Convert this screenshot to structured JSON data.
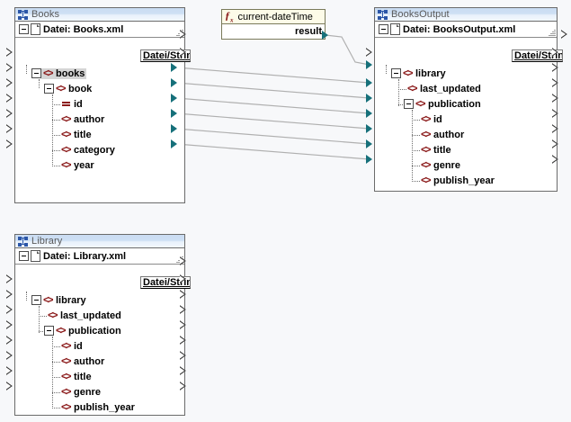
{
  "canvas": {
    "background": "#f7f8fa",
    "accent_blue": "#2b56a8",
    "element_red": "#8b1a1a",
    "connector_teal": "#16707a"
  },
  "nodes": {
    "books": {
      "title": "Books",
      "icon": "schema-icon",
      "file_label": "Datei: Books.xml",
      "tab_label": "Datei/String",
      "rows": [
        {
          "name": "books",
          "type": "element",
          "indent": 1,
          "expander": true,
          "selected": true
        },
        {
          "name": "book",
          "type": "element",
          "indent": 2,
          "expander": true,
          "selected": false
        },
        {
          "name": "id",
          "type": "attribute",
          "indent": 3,
          "expander": false,
          "selected": false
        },
        {
          "name": "author",
          "type": "element",
          "indent": 3,
          "expander": false,
          "selected": false
        },
        {
          "name": "title",
          "type": "element",
          "indent": 3,
          "expander": false,
          "selected": false
        },
        {
          "name": "category",
          "type": "element",
          "indent": 3,
          "expander": false,
          "selected": false
        },
        {
          "name": "year",
          "type": "element",
          "indent": 3,
          "expander": false,
          "selected": false
        }
      ]
    },
    "library": {
      "title": "Library",
      "icon": "schema-icon",
      "file_label": "Datei: Library.xml",
      "tab_label": "Datei/String",
      "rows": [
        {
          "name": "library",
          "type": "element",
          "indent": 1,
          "expander": true,
          "selected": false
        },
        {
          "name": "last_updated",
          "type": "element",
          "indent": 2,
          "expander": false,
          "selected": false
        },
        {
          "name": "publication",
          "type": "element",
          "indent": 2,
          "expander": true,
          "selected": false
        },
        {
          "name": "id",
          "type": "element",
          "indent": 3,
          "expander": false,
          "selected": false
        },
        {
          "name": "author",
          "type": "element",
          "indent": 3,
          "expander": false,
          "selected": false
        },
        {
          "name": "title",
          "type": "element",
          "indent": 3,
          "expander": false,
          "selected": false
        },
        {
          "name": "genre",
          "type": "element",
          "indent": 3,
          "expander": false,
          "selected": false
        },
        {
          "name": "publish_year",
          "type": "element",
          "indent": 3,
          "expander": false,
          "selected": false
        }
      ]
    },
    "booksoutput": {
      "title": "BooksOutput",
      "icon": "schema-icon",
      "file_label": "Datei: BooksOutput.xml",
      "tab_label": "Datei/String",
      "rows": [
        {
          "name": "library",
          "type": "element",
          "indent": 1,
          "expander": true,
          "selected": false
        },
        {
          "name": "last_updated",
          "type": "element",
          "indent": 2,
          "expander": false,
          "selected": false
        },
        {
          "name": "publication",
          "type": "element",
          "indent": 2,
          "expander": true,
          "selected": false
        },
        {
          "name": "id",
          "type": "element",
          "indent": 3,
          "expander": false,
          "selected": false
        },
        {
          "name": "author",
          "type": "element",
          "indent": 3,
          "expander": false,
          "selected": false
        },
        {
          "name": "title",
          "type": "element",
          "indent": 3,
          "expander": false,
          "selected": false
        },
        {
          "name": "genre",
          "type": "element",
          "indent": 3,
          "expander": false,
          "selected": false
        },
        {
          "name": "publish_year",
          "type": "element",
          "indent": 3,
          "expander": false,
          "selected": false
        }
      ]
    }
  },
  "function_node": {
    "icon": "fx-icon",
    "title": "current-dateTime",
    "result_label": "result"
  },
  "connections": [
    {
      "from": "function.result",
      "to": "booksoutput.last_updated"
    },
    {
      "from": "books.book",
      "to": "booksoutput.publication"
    },
    {
      "from": "books.id",
      "to": "booksoutput.id"
    },
    {
      "from": "books.author",
      "to": "booksoutput.author"
    },
    {
      "from": "books.title",
      "to": "booksoutput.title"
    },
    {
      "from": "books.category",
      "to": "booksoutput.genre"
    },
    {
      "from": "books.year",
      "to": "booksoutput.publish_year"
    }
  ]
}
